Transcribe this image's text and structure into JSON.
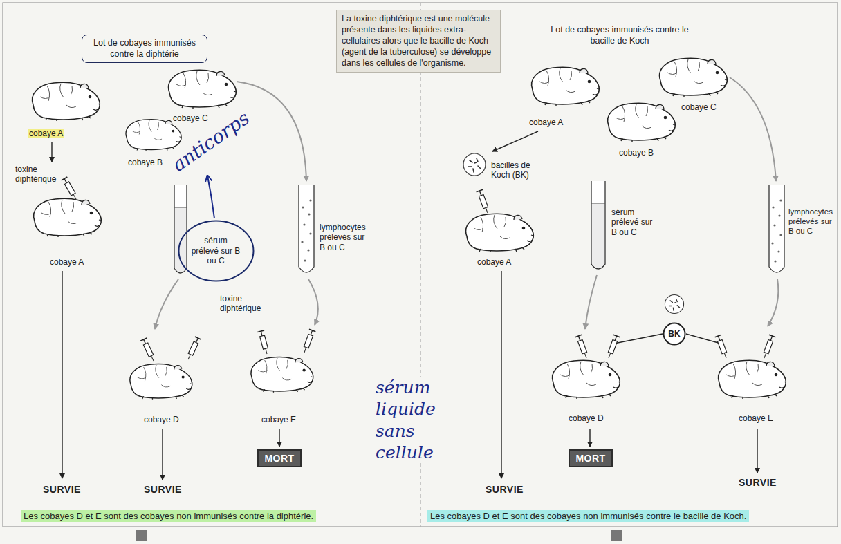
{
  "diagram": {
    "nodes": [
      {
        "text": [
          "Lot de cobayes immunisés contre la diphtérie"
        ]
      },
      {
        "text": [
          "La toxine diphtérique est une molécule présente dans les liquides extra-cellulaires alors que le bacille de Koch (agent de la tuberculose) se développe dans les cellules de l'organisme."
        ]
      },
      {
        "text": [
          "sérum prélevé sur B ou C"
        ]
      },
      {
        "text": [
          "MORT"
        ]
      },
      {
        "text": [
          "BK"
        ]
      },
      {
        "text": [
          "MORT"
        ]
      },
      {
        "text": [
          "Les cobayes D et E sont des cobayes non immunisés contre la diphtérie."
        ]
      },
      {
        "text": [
          "Les cobayes D et E sont des cobayes non immunisés contre le bacille de Koch."
        ]
      }
    ],
    "labels": [
      "cobaye A",
      "cobaye C",
      "cobaye B",
      "anticorps",
      "toxine diphtérique",
      "lymphocytes prélevés sur B ou C",
      "cobaye A",
      "toxine diphtérique",
      "cobaye D",
      "cobaye E",
      "sérum liquide sans cellule",
      "SURVIE",
      "SURVIE",
      "Lot de cobayes immunisés contre le bacille de Koch",
      "cobaye A",
      "cobaye C",
      "cobaye B",
      "bacilles de Koch (BK)",
      "sérum prélevé sur B ou C",
      "lymphocytes prélevés sur B ou C",
      "cobaye A",
      "cobaye D",
      "cobaye E",
      "SURVIE",
      "SURVIE"
    ]
  }
}
